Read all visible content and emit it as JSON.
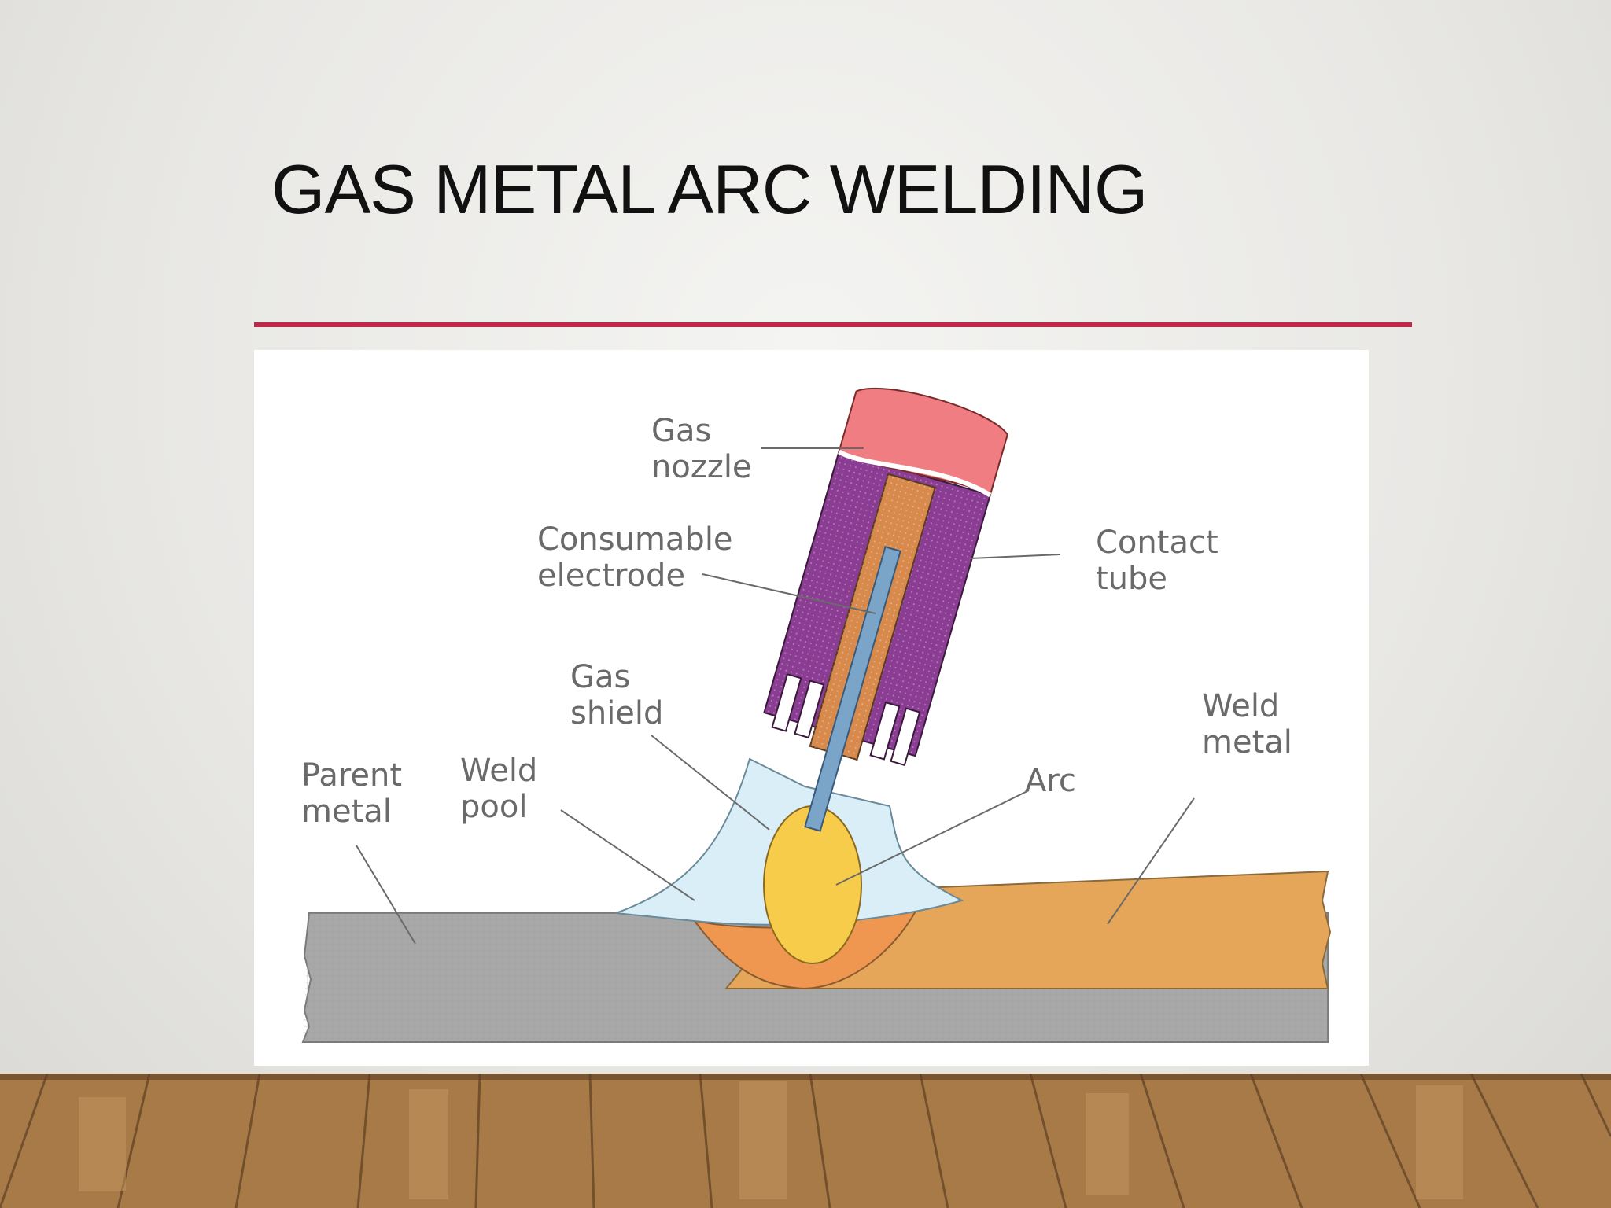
{
  "slide": {
    "title": "GAS METAL ARC WELDING",
    "accent_color": "#c0284a"
  },
  "diagram": {
    "labels": {
      "gas_nozzle": "Gas\nnozzle",
      "consumable_electrode": "Consumable\nelectrode",
      "contact_tube": "Contact\ntube",
      "gas_shield": "Gas\nshield",
      "weld_metal": "Weld\nmetal",
      "parent_metal": "Parent\nmetal",
      "weld_pool": "Weld\npool",
      "arc": "Arc"
    },
    "colors": {
      "nozzle": "#ef7d82",
      "torch_body": "#8a3d93",
      "contact_tube": "#d78a4c",
      "electrode": "#7aa4c8",
      "gas_shield": "#d9eef7",
      "arc": "#f6cc4a",
      "weld_pool": "#ef9650",
      "weld_metal": "#e6a65a",
      "parent_metal": "#a8a8a8"
    }
  }
}
